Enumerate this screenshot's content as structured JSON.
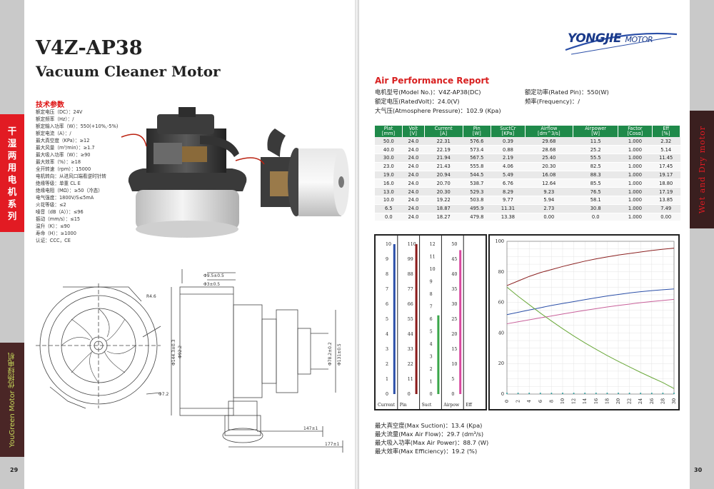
{
  "left_page": {
    "title": "V4Z-AP38",
    "subtitle": "Vacuum Cleaner Motor",
    "spec_heading": "技术参数",
    "specs": [
      "额定电压（DC）：24V",
      "额定频率（Hz）：/",
      "额定输入功率（W）：550(+10%,-5%)",
      "额定电流（A）：/",
      "最大真空度（KPa）：≥12",
      "最大风量（m³/min）：≥1.7",
      "最大吸入功率（W）：≥90",
      "最大效率（%）：≥18",
      "全开转速（rpm）：15000",
      "电机转向：从进风口端看逆时针转",
      "绝缘等级：单重 CL E",
      "绝缘电阻（MΩ）：≥50（冷态）",
      "电气强度：1800V/S≤5mA",
      "火花等级：≤2",
      "噪音（dB（A））：≤96",
      "振动（mm/s）：≤15",
      "温升（K）：≤90",
      "寿命（H）：≥1000",
      "认证：CCC，CE"
    ],
    "side_tab_cn": [
      "干",
      "湿",
      "两",
      "用",
      "电",
      "机",
      "系",
      "列"
    ],
    "side_tab_en": "YouGreen Motor 优扬绿电机",
    "page_number": "29",
    "dims": {
      "d1": "Φ9.5±0.5",
      "d2": "Φ3±0.5",
      "d3": "Φ144.3±0.3",
      "d4": "Φ92.2",
      "d5": "Φ78.2±0.2",
      "d6": "Φ131±0.5",
      "d7": "147±1",
      "d8": "177±1",
      "d9": "R4.6",
      "d10": "Φ7.2"
    }
  },
  "right_page": {
    "logo_main": "YONGJIE",
    "logo_sub": "MOTOR",
    "report_title": "Air Performance Report",
    "model_line": "电机型号(Model No.)：V4Z-AP38(DC)",
    "power_line": "额定功率(Rated Pin)：550(W)",
    "volt_line": "额定电压(RatedVolt)：24.0(V)",
    "freq_line": "频率(Frequency)：/",
    "pressure_line": "大气压(Atmosphere Pressure)：102.9 (Kpa)",
    "side_tab_en": "Wet and Dry motor",
    "page_number": "30",
    "table": {
      "headers": [
        [
          "Plat",
          "[mm]"
        ],
        [
          "Volt",
          "[V]"
        ],
        [
          "Current",
          "[A]"
        ],
        [
          "Pin",
          "[W]"
        ],
        [
          "SuctCr",
          "[KPa]"
        ],
        [
          "Airflow",
          "[dm^3/s]"
        ],
        [
          "Airpower",
          "[W]"
        ],
        [
          "Factor",
          "[Cosα]"
        ],
        [
          "Eff",
          "[%]"
        ]
      ],
      "rows": [
        [
          "50.0",
          "24.0",
          "22.31",
          "576.6",
          "0.39",
          "29.68",
          "11.5",
          "1.000",
          "2.32"
        ],
        [
          "40.0",
          "24.0",
          "22.19",
          "573.4",
          "0.88",
          "28.68",
          "25.2",
          "1.000",
          "5.14"
        ],
        [
          "30.0",
          "24.0",
          "21.94",
          "567.5",
          "2.19",
          "25.40",
          "55.5",
          "1.000",
          "11.45"
        ],
        [
          "23.0",
          "24.0",
          "21.43",
          "555.8",
          "4.06",
          "20.30",
          "82.5",
          "1.000",
          "17.45"
        ],
        [
          "19.0",
          "24.0",
          "20.94",
          "544.5",
          "5.49",
          "16.08",
          "88.3",
          "1.000",
          "19.17"
        ],
        [
          "16.0",
          "24.0",
          "20.70",
          "538.7",
          "6.76",
          "12.64",
          "85.5",
          "1.000",
          "18.80"
        ],
        [
          "13.0",
          "24.0",
          "20.30",
          "529.3",
          "8.29",
          "9.23",
          "76.5",
          "1.000",
          "17.19"
        ],
        [
          "10.0",
          "24.0",
          "19.22",
          "503.8",
          "9.77",
          "5.94",
          "58.1",
          "1.000",
          "13.85"
        ],
        [
          "6.5",
          "24.0",
          "18.87",
          "495.9",
          "11.31",
          "2.73",
          "30.8",
          "1.000",
          "7.49"
        ],
        [
          "0.0",
          "24.0",
          "18.27",
          "479.8",
          "13.38",
          "0.00",
          "0.0",
          "1.000",
          "0.00"
        ]
      ]
    },
    "max_lines": [
      "最大真空度(Max Suction)：13.4 (Kpa)",
      "最大流量(Max Air Flow)：29.7 (dm³/s)",
      "最大吸入功率(Max Air Power)：88.7 (W)",
      "最大效率(Max Efficiency)：19.2 (%)"
    ]
  },
  "chart_data": [
    {
      "type": "bar",
      "title": "",
      "gauges": [
        {
          "label": "Current",
          "ticks": [
            10,
            9,
            8,
            7,
            6,
            5,
            4,
            3,
            2,
            1,
            0
          ],
          "max": 10,
          "value": 10,
          "color": "#2b4fa8"
        },
        {
          "label": "Pin",
          "ticks": [
            110,
            99,
            88,
            77,
            66,
            55,
            44,
            33,
            22,
            11,
            0
          ],
          "max": 110,
          "value": 110,
          "color": "#8b1a1a"
        },
        {
          "label": "Suct",
          "ticks": [
            12,
            11,
            10,
            9,
            8,
            7,
            6,
            5,
            4,
            3,
            2,
            1,
            0
          ],
          "max": 12,
          "value": 6.3,
          "color": "#3aa64a"
        },
        {
          "label": "Airpow",
          "ticks": [
            50,
            45,
            40,
            35,
            30,
            25,
            20,
            15,
            10,
            5,
            0
          ],
          "max": 50,
          "value": 48,
          "color": "#d84aa0"
        },
        {
          "label": "Eff",
          "ticks": [],
          "max": 10,
          "value": 0,
          "color": "#22a0a0"
        }
      ]
    },
    {
      "type": "line",
      "title": "",
      "x": [
        0,
        2,
        4,
        6,
        8,
        10,
        12,
        14,
        16,
        18,
        20,
        22,
        24,
        26,
        28,
        30
      ],
      "xlim": [
        0,
        30
      ],
      "ylim": [
        0,
        100
      ],
      "yticks": [
        0,
        20,
        40,
        60,
        80,
        100
      ],
      "grid": true,
      "series": [
        {
          "color": "#8b2020",
          "values": [
            71,
            74,
            77,
            79.5,
            81.5,
            83.5,
            85.3,
            87,
            88.5,
            89.8,
            91,
            92,
            93,
            94,
            94.8,
            95.5
          ]
        },
        {
          "color": "#2b4fa8",
          "values": [
            52,
            53.5,
            55,
            56.5,
            58,
            59.3,
            60.5,
            61.8,
            63,
            64.2,
            65.2,
            66.2,
            67,
            67.7,
            68.3,
            68.8
          ]
        },
        {
          "color": "#c8609a",
          "values": [
            46,
            47.3,
            48.6,
            49.9,
            51.1,
            52.4,
            53.6,
            54.8,
            55.9,
            57,
            58,
            58.9,
            59.8,
            60.6,
            61.3,
            62
          ]
        },
        {
          "color": "#6aa83a",
          "values": [
            70,
            64,
            58.5,
            53,
            47.8,
            42.8,
            38,
            33.5,
            29.3,
            25.2,
            21.4,
            17.8,
            14.2,
            10.8,
            7.5,
            3.6
          ]
        }
      ]
    }
  ]
}
